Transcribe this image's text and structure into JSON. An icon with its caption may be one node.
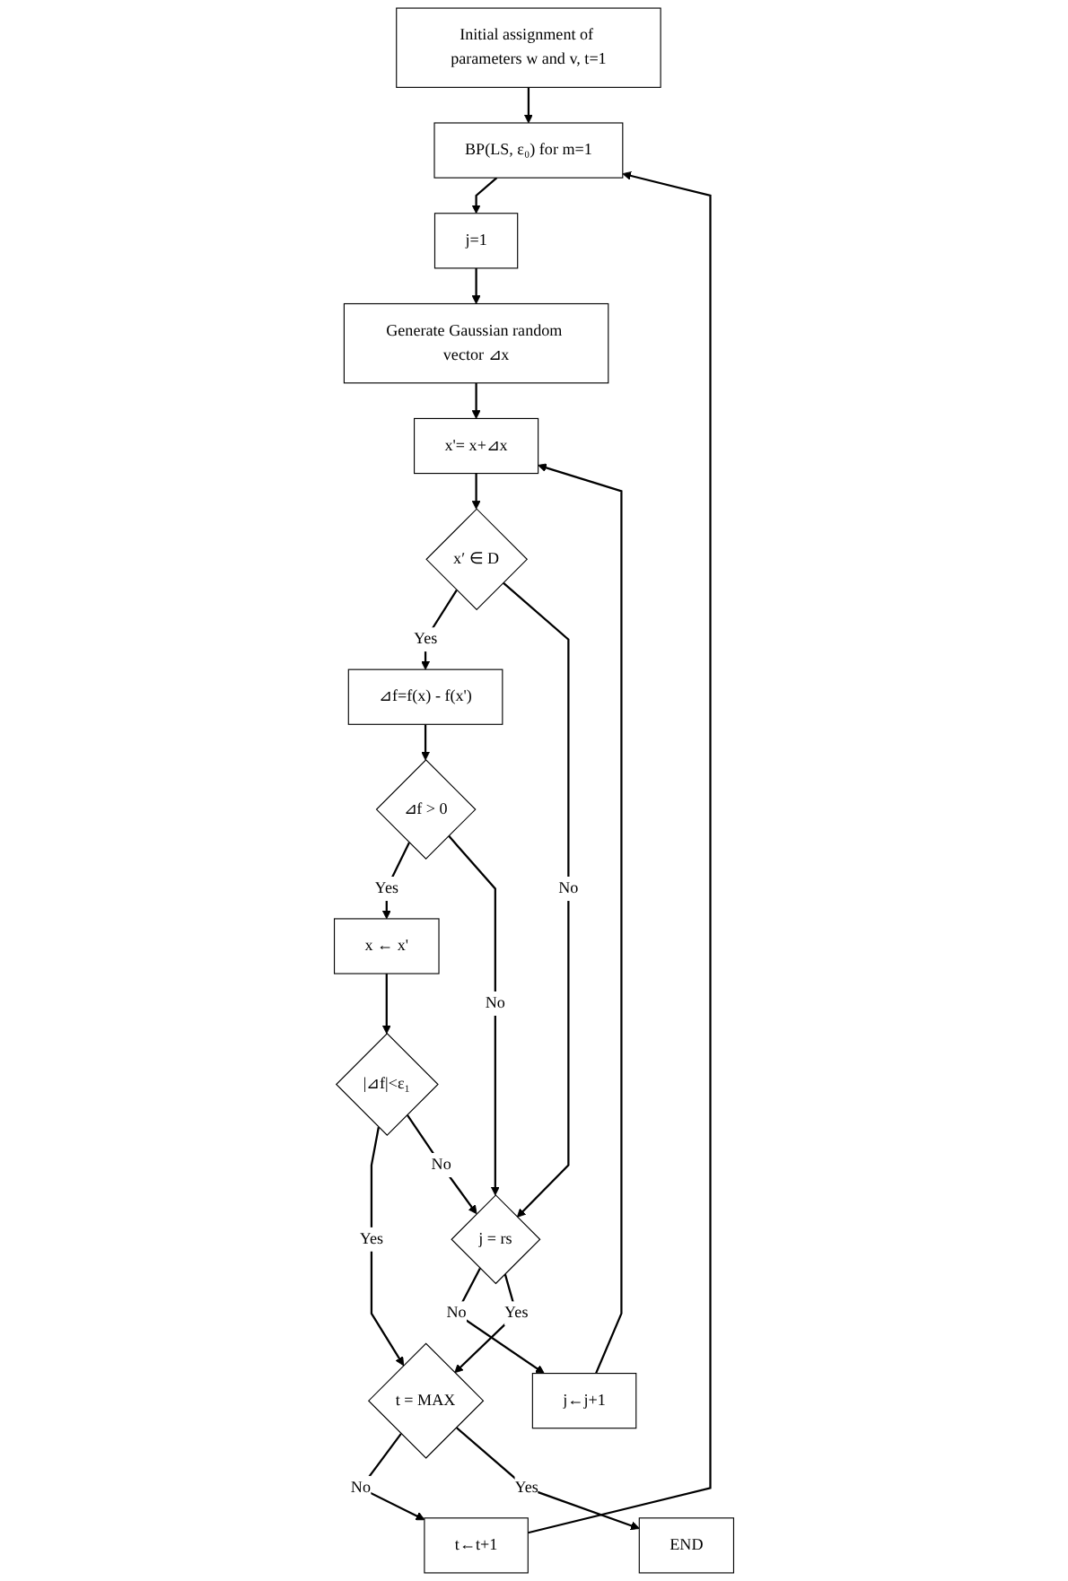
{
  "diagram": {
    "nodes": [
      {
        "text": [
          "Initial assignment of parameters w and v, t=1"
        ]
      },
      {
        "text": [
          "BP(LS, ε₀) for m=1"
        ]
      },
      {
        "text": [
          "j=1"
        ]
      },
      {
        "text": [
          "Generate Gaussian random vector ⊿x"
        ]
      },
      {
        "text": [
          "x'= x+⊿x"
        ]
      },
      {
        "text": [
          "x′ ∈ D"
        ]
      },
      {
        "text": [
          "⊿f=f(x) - f(x')"
        ]
      },
      {
        "text": [
          "⊿f > 0"
        ]
      },
      {
        "text": [
          "x ← x'"
        ]
      },
      {
        "text": [
          "|⊿f|<ε₁"
        ]
      },
      {
        "text": [
          "j = rs"
        ]
      },
      {
        "text": [
          "j←j+1"
        ]
      },
      {
        "text": [
          "t = MAX"
        ]
      },
      {
        "text": [
          "t←t+1"
        ]
      },
      {
        "text": [
          "END"
        ]
      }
    ],
    "edges": [
      {
        "from": 0,
        "to": 1,
        "arrow": "to"
      },
      {
        "from": 1,
        "to": 2,
        "arrow": "to"
      },
      {
        "from": 2,
        "to": 3,
        "arrow": "to"
      },
      {
        "from": 3,
        "to": 4,
        "arrow": "to"
      },
      {
        "from": 4,
        "to": 5,
        "arrow": "to"
      },
      {
        "from": 5,
        "to": 6,
        "arrow": "to",
        "label": "Yes"
      },
      {
        "from": 5,
        "to": 10,
        "arrow": "to",
        "label": "No"
      },
      {
        "from": 6,
        "to": 7,
        "arrow": "to"
      },
      {
        "from": 7,
        "to": 8,
        "arrow": "to",
        "label": "Yes"
      },
      {
        "from": 7,
        "to": 10,
        "arrow": "to",
        "label": "No"
      },
      {
        "from": 8,
        "to": 9,
        "arrow": "to"
      },
      {
        "from": 9,
        "to": 12,
        "arrow": "to",
        "label": "Yes"
      },
      {
        "from": 9,
        "to": 10,
        "arrow": "to",
        "label": "No"
      },
      {
        "from": 10,
        "to": 11,
        "arrow": "to",
        "label": "No"
      },
      {
        "from": 11,
        "to": 4,
        "arrow": "to"
      },
      {
        "from": 10,
        "to": 12,
        "arrow": "to",
        "label": "Yes"
      },
      {
        "from": 12,
        "to": 13,
        "arrow": "to",
        "label": "No"
      },
      {
        "from": 13,
        "to": 1,
        "arrow": "to"
      },
      {
        "from": 12,
        "to": 14,
        "arrow": "to",
        "label": "Yes"
      }
    ]
  }
}
